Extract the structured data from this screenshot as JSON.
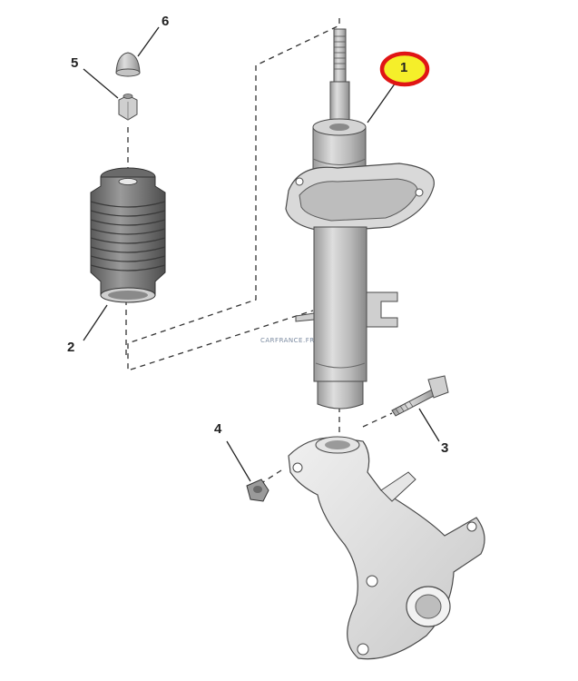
{
  "callouts": [
    {
      "id": "1",
      "label": "1",
      "highlighted": true
    },
    {
      "id": "2",
      "label": "2"
    },
    {
      "id": "3",
      "label": "3"
    },
    {
      "id": "4",
      "label": "4"
    },
    {
      "id": "5",
      "label": "5"
    },
    {
      "id": "6",
      "label": "6"
    }
  ],
  "watermark": "CARFRANCE.FR",
  "colors": {
    "part_fill": "#dcdcdc",
    "part_shade": "#b9b9b9",
    "part_dark": "#8e8e8e",
    "outline": "#4a4a4a",
    "highlight_ring": "#e01515",
    "highlight_fill": "#f5ef2a",
    "leader": "#222222"
  }
}
